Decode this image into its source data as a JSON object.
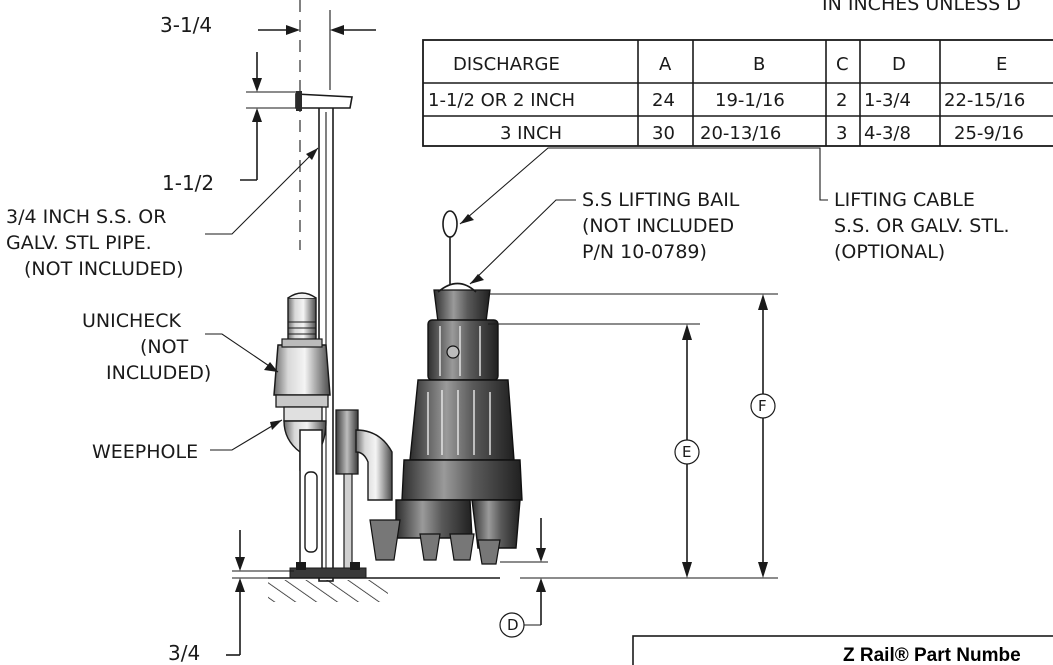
{
  "header_note": "IN INCHES UNLESS D",
  "dims": {
    "top_width": "3-1/4",
    "bracket_height": "1-1/2",
    "base_plate": "3/4"
  },
  "labels": {
    "pipe": [
      "3/4 INCH S.S. OR",
      "GALV. STL PIPE.",
      "(NOT INCLUDED)"
    ],
    "unicheck": [
      "UNICHECK",
      "(NOT",
      "INCLUDED)"
    ],
    "weephole": "WEEPHOLE",
    "bail": [
      "S.S LIFTING BAIL",
      "(NOT INCLUDED",
      "P/N 10-0789)"
    ],
    "cable": [
      "LIFTING CABLE",
      "S.S. OR GALV. STL.",
      "(OPTIONAL)"
    ]
  },
  "callouts": {
    "d": "D",
    "e": "E",
    "f": "F"
  },
  "table": {
    "headers": [
      "DISCHARGE",
      "A",
      "B",
      "C",
      "D",
      "E"
    ],
    "rows": [
      [
        "1-1/2 OR 2 INCH",
        "24",
        "19-1/16",
        "2",
        "1-3/4",
        "22-15/16"
      ],
      [
        "3 INCH",
        "30",
        "20-13/16",
        "3",
        "4-3/8",
        "25-9/16"
      ]
    ]
  },
  "part_numbers_title": "Z Rail® Part Numbe"
}
